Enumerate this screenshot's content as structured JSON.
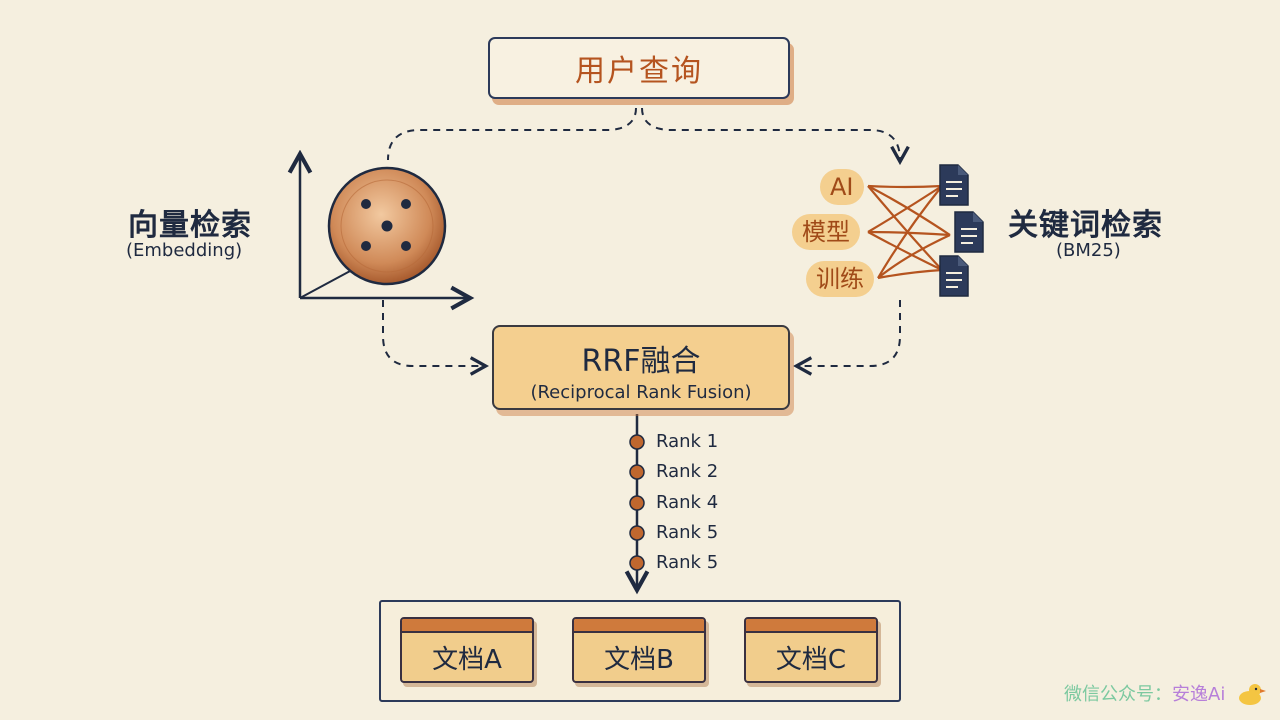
{
  "query": {
    "label": "用户查询"
  },
  "vector_search": {
    "title": "向量检索",
    "subtitle": "(Embedding)"
  },
  "keyword_search": {
    "title": "关键词检索",
    "subtitle": "(BM25)",
    "keywords": [
      "AI",
      "模型",
      "训练"
    ]
  },
  "fusion": {
    "title": "RRF融合",
    "subtitle": "(Reciprocal Rank Fusion)"
  },
  "ranks": [
    "Rank 1",
    "Rank 2",
    "Rank 4",
    "Rank 5",
    "Rank 5"
  ],
  "documents": [
    "文档A",
    "文档B",
    "文档C"
  ],
  "watermark": {
    "prefix": "微信公众号：",
    "name": "安逸Ai"
  },
  "colors": {
    "background": "#f5efdf",
    "ink": "#1f2a40",
    "accent": "#b5541f",
    "fusion_fill": "#f4cf8f",
    "doc_strip": "#cf7a3c"
  }
}
